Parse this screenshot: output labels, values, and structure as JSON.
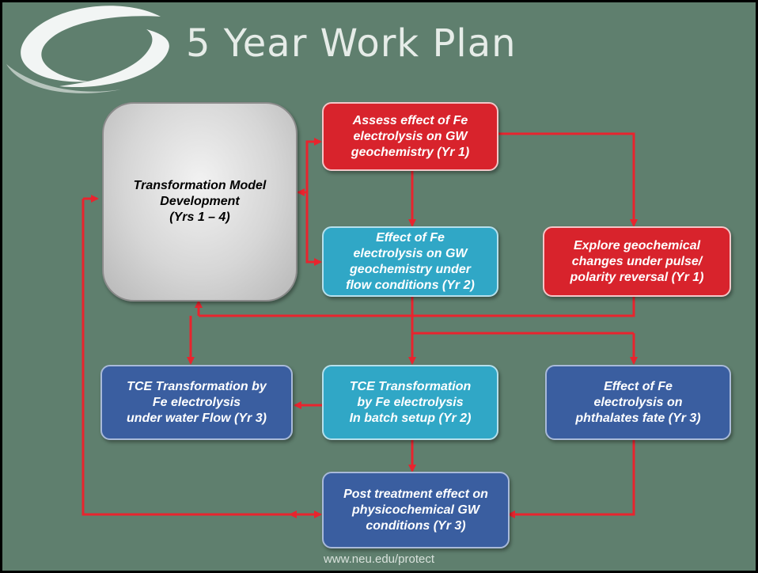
{
  "slide": {
    "title": "5 Year Work Plan",
    "footer": "www.neu.edu/protect"
  },
  "boxes": {
    "model": "Transformation Model\nDevelopment\n(Yrs 1 – 4)",
    "assess": "Assess effect of Fe\nelectrolysis on GW\ngeochemistry  (Yr 1)",
    "flow": "Effect of Fe\nelectrolysis on GW\ngeochemistry under\nflow conditions (Yr 2)",
    "explore": "Explore geochemical\nchanges under pulse/\npolarity reversal (Yr 1)",
    "tce_flow": "TCE Transformation by\nFe electrolysis\nunder water Flow (Yr 3)",
    "tce_batch": "TCE Transformation\nby Fe electrolysis\nIn batch setup (Yr 2)",
    "phthalates": "Effect of Fe\nelectrolysis on\nphthalates fate  (Yr 3)",
    "post": "Post treatment effect on\nphysicochemical GW\nconditions (Yr 3)"
  },
  "colors": {
    "background": "#5f7f6e",
    "red": "#d8232c",
    "teal": "#30a7c6",
    "navy": "#3a5ea0",
    "connector": "#e8242e"
  }
}
